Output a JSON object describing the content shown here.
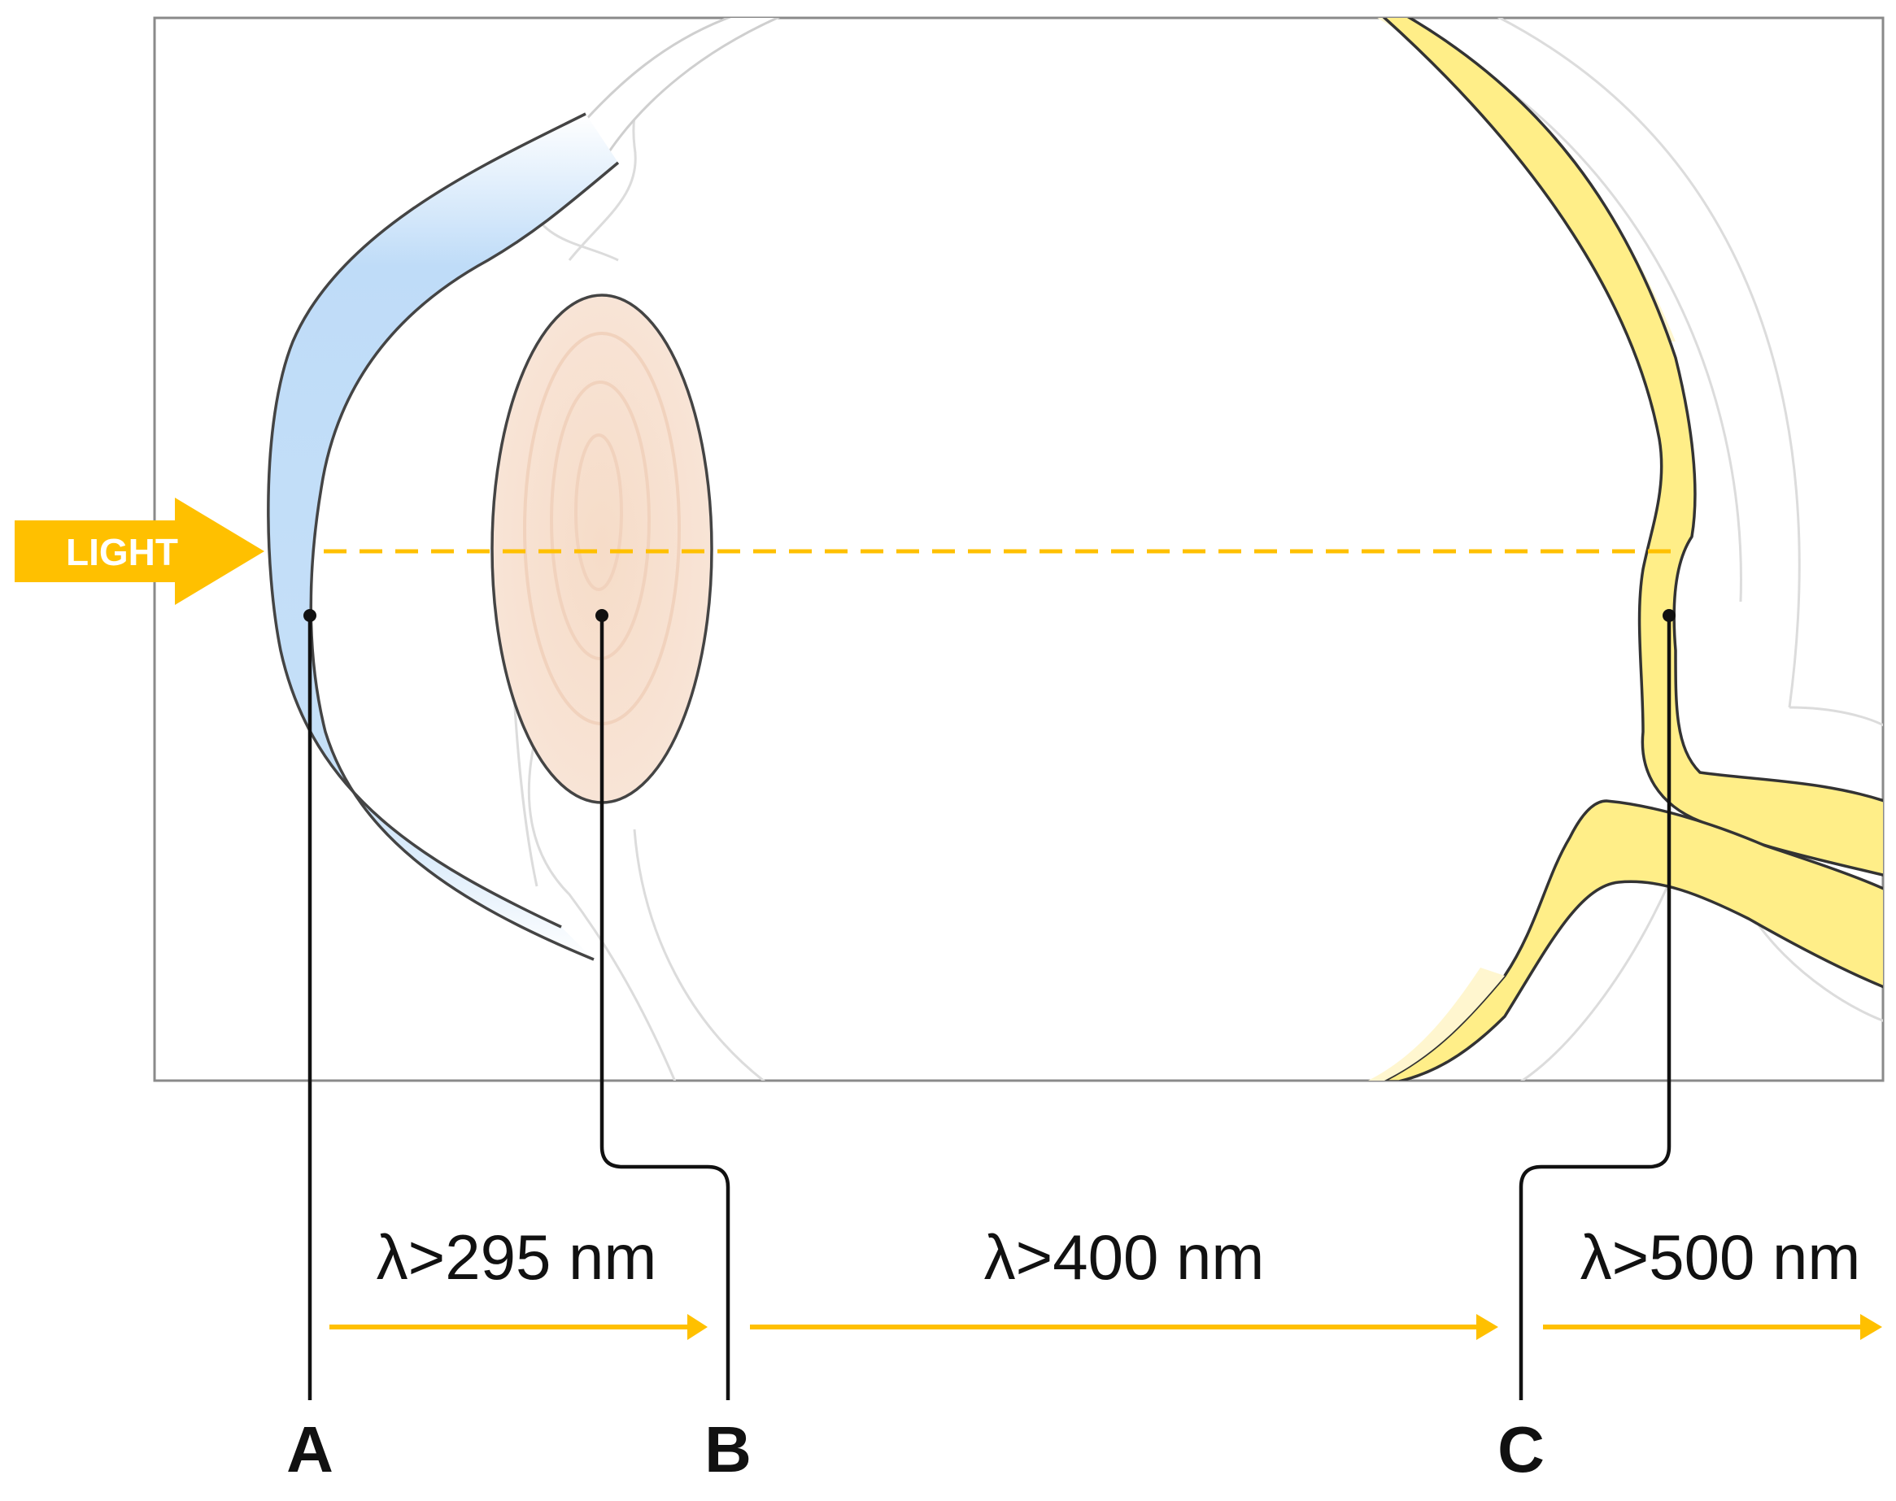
{
  "light_label": "LIGHT",
  "markers": {
    "a": "A",
    "b": "B",
    "c": "C"
  },
  "wavelengths": {
    "first": "λ>295 nm",
    "second": "λ>400 nm",
    "third": "λ>500 nm"
  },
  "colors": {
    "light_accent": "#FFC000",
    "cornea": "#BFDDF8",
    "lens": "#F8E2D3",
    "retina": "#FFEE88",
    "outline": "#333333"
  }
}
